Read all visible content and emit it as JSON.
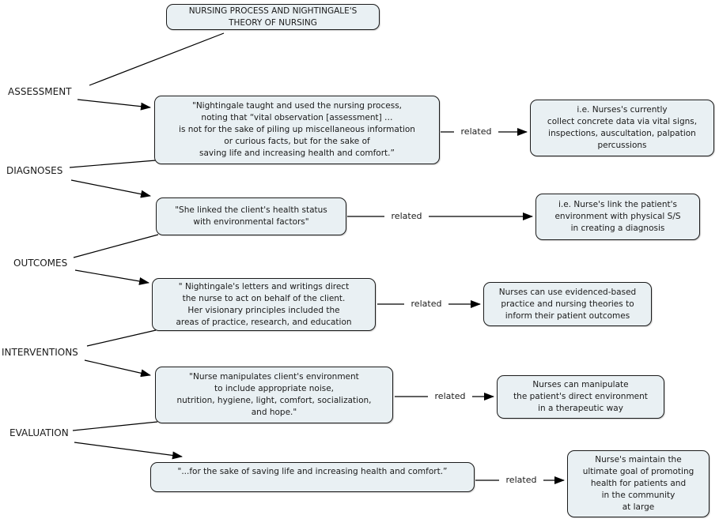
{
  "diagram": {
    "title": "NURSING PROCESS AND NIGHTINGALE'S\nTHEORY OF NURSING",
    "colors": {
      "node_fill": "#e9f0f3",
      "node_border": "#1a1a1a",
      "line": "#000000",
      "background": "#ffffff"
    },
    "stages": [
      {
        "label": "ASSESSMENT",
        "quote": "\"Nightingale taught and used the nursing process,\nnoting that “vital observation [assessment] …\nis not for the sake of piling up miscellaneous information\nor curious facts, but for the sake of\nsaving life and increasing health and comfort.”",
        "relation": "related",
        "application": "i.e. Nurses's currently\ncollect concrete data via vital signs,\ninspections, auscultation, palpation\npercussions"
      },
      {
        "label": "DIAGNOSES",
        "quote": "\"She linked the client's health status\nwith environmental factors\"",
        "relation": "related",
        "application": "i.e. Nurse's link the patient's\nenvironment with physical S/S\nin creating a diagnosis"
      },
      {
        "label": "OUTCOMES",
        "quote": "\" Nightingale's letters and writings direct\nthe nurse to act on behalf of the client.\nHer visionary principles included the\nareas of practice, research, and education",
        "relation": "related",
        "application": "Nurses can use evidenced-based\npractice and nursing theories to\ninform their patient outcomes"
      },
      {
        "label": "INTERVENTIONS",
        "quote": "\"Nurse manipulates client's environment\nto include appropriate noise,\nnutrition, hygiene, light, comfort, socialization,\nand hope.\"",
        "relation": "related",
        "application": "Nurses can manipulate\nthe patient's direct environment\nin a therapeutic way"
      },
      {
        "label": "EVALUATION",
        "quote": "\"...for the sake of saving life and increasing health and comfort.”",
        "relation": "related",
        "application": "Nurse's maintain the\nultimate goal of promoting\nhealth for patients and\nin the community\nat large"
      }
    ]
  }
}
